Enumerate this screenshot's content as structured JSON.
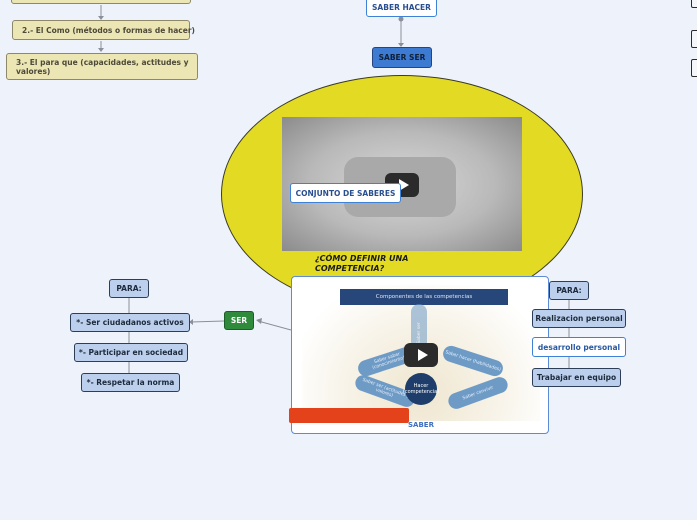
{
  "left_branch": {
    "item2": "2.- El Como (métodos o formas de hacer)",
    "item3": "3.- El para que (capacidades, actitudes y valores)"
  },
  "top_center": {
    "saber_hacer": "SABER HACER",
    "saber_ser": "SABER SER"
  },
  "central_topic": {
    "video_label": "CONJUNTO DE SABERES",
    "question": "¿CÓMO DEFINIR UNA COMPETENCIA?"
  },
  "card": {
    "slide_title": "Componentes de las competencias",
    "center_label": "Hacer (competencia)",
    "petals": [
      "Saber saber (conocimiento)",
      "Saber hacer (habilidades)",
      "Saber ser (actitudes y valores)",
      "Saber convivir",
      "Saber ser"
    ],
    "footer": "SABER"
  },
  "ser_branch": {
    "ser": "SER",
    "para": "PARA:",
    "items": [
      "*- Ser ciudadanos activos",
      "*- Participar en sociedad",
      "*- Respetar la norma"
    ]
  },
  "right_branch": {
    "para": "PARA:",
    "items": [
      "Realizacion personal",
      "desarrollo personal",
      "Trabajar en equipo"
    ]
  },
  "colors": {
    "ellipse": "#e3db23",
    "green": "#2f8a3b",
    "orange": "#e3421b",
    "accent_blue": "#3d7ad1"
  }
}
